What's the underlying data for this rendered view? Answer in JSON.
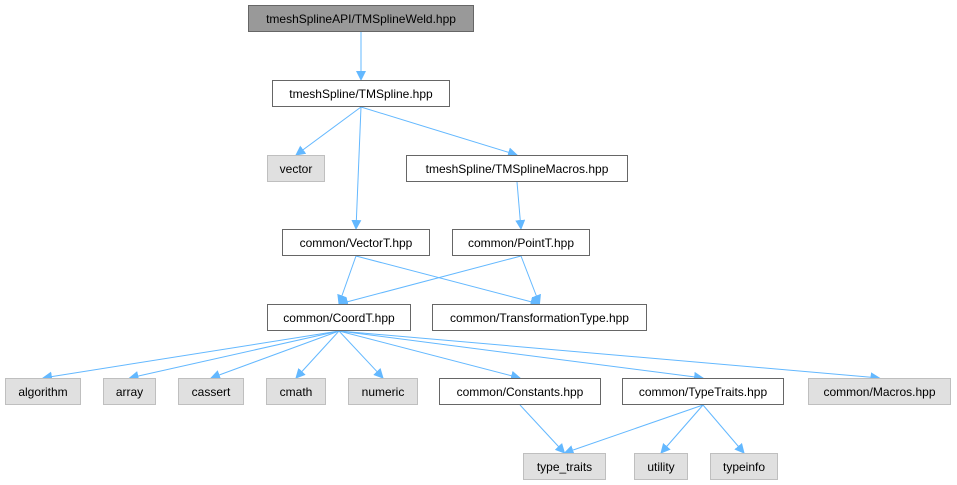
{
  "colors": {
    "edge": "#63b8ff",
    "root_fill": "#999999",
    "system_fill": "#e0e0e0",
    "node_border": "#666666"
  },
  "nodes": {
    "root": "tmeshSplineAPI/TMSplineWeld.hpp",
    "tmspline": "tmeshSpline/TMSpline.hpp",
    "vector": "vector",
    "tmsplinemacros": "tmeshSpline/TMSplineMacros.hpp",
    "vectort": "common/VectorT.hpp",
    "pointt": "common/PointT.hpp",
    "coordt": "common/CoordT.hpp",
    "transformationtype": "common/TransformationType.hpp",
    "algorithm": "algorithm",
    "array": "array",
    "cassert": "cassert",
    "cmath": "cmath",
    "numeric": "numeric",
    "constants": "common/Constants.hpp",
    "typetraits": "common/TypeTraits.hpp",
    "macros": "common/Macros.hpp",
    "type_traits": "type_traits",
    "utility": "utility",
    "typeinfo": "typeinfo"
  },
  "edges": [
    [
      "root",
      "tmspline"
    ],
    [
      "tmspline",
      "vector"
    ],
    [
      "tmspline",
      "tmsplinemacros"
    ],
    [
      "tmspline",
      "vectort"
    ],
    [
      "tmsplinemacros",
      "pointt"
    ],
    [
      "vectort",
      "coordt"
    ],
    [
      "vectort",
      "transformationtype"
    ],
    [
      "pointt",
      "coordt"
    ],
    [
      "pointt",
      "transformationtype"
    ],
    [
      "coordt",
      "algorithm"
    ],
    [
      "coordt",
      "array"
    ],
    [
      "coordt",
      "cassert"
    ],
    [
      "coordt",
      "cmath"
    ],
    [
      "coordt",
      "numeric"
    ],
    [
      "coordt",
      "constants"
    ],
    [
      "coordt",
      "typetraits"
    ],
    [
      "coordt",
      "macros"
    ],
    [
      "constants",
      "type_traits"
    ],
    [
      "typetraits",
      "type_traits"
    ],
    [
      "typetraits",
      "utility"
    ],
    [
      "typetraits",
      "typeinfo"
    ]
  ]
}
